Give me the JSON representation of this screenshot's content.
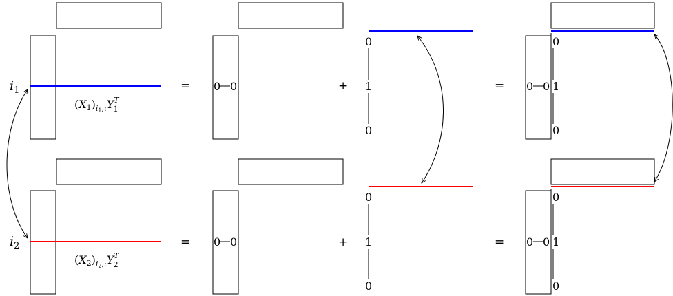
{
  "rows": [
    {
      "index_label": "i",
      "index_sub": "1",
      "color": "#0000ff",
      "expr": {
        "open": "(",
        "X": "X",
        "xsub": "1",
        "close": ")",
        "isub": "i",
        "isub_sub": "1",
        "rest": ",:",
        "Y": "Y",
        "ysub": "1",
        "ysup": "T"
      },
      "eq_label": "=",
      "plus_label": "+",
      "zero_pair": {
        "a": "0",
        "b": "0"
      },
      "vec": {
        "top": "0",
        "mid": "1",
        "bot": "0"
      }
    },
    {
      "index_label": "i",
      "index_sub": "2",
      "color": "#ff0000",
      "expr": {
        "open": "(",
        "X": "X",
        "xsub": "2",
        "close": ")",
        "isub": "i",
        "isub_sub": "2",
        "rest": ",:",
        "Y": "Y",
        "ysub": "2",
        "ysup": "T"
      },
      "eq_label": "=",
      "plus_label": "+",
      "zero_pair": {
        "a": "0",
        "b": "0"
      },
      "vec": {
        "top": "0",
        "mid": "1",
        "bot": "0"
      }
    }
  ],
  "colors": {
    "row1": "#0000ff",
    "row2": "#ff0000",
    "stroke": "#000000"
  }
}
